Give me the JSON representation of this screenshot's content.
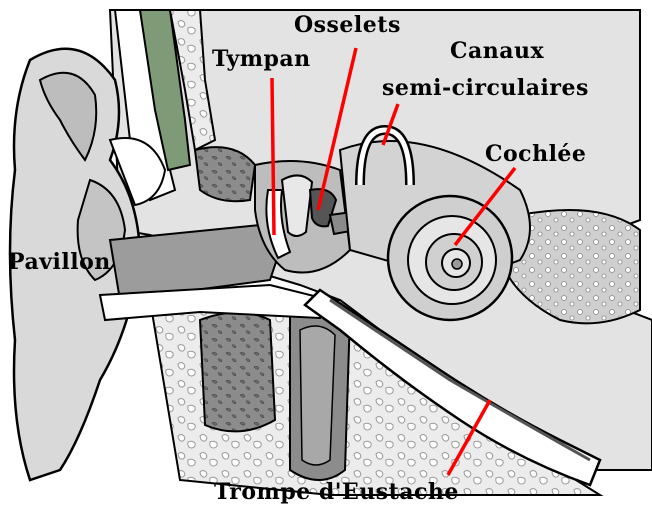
{
  "labels": {
    "osselets": "Osselets",
    "tympan": "Tympan",
    "canaux_line1": "Canaux",
    "canaux_line2": "semi-circulaires",
    "cochlee": "Cochlée",
    "pavillon": "Pavillon",
    "trompe": "Trompe d'Eustache"
  },
  "colors": {
    "leader": "#ff0000",
    "outline": "#000000",
    "soft_tissue": "#d9d9d9",
    "bone": "#bfbfbf",
    "muscle": "#8c8c8c",
    "canal_green": "#7f9a76",
    "background": "#ffffff"
  }
}
